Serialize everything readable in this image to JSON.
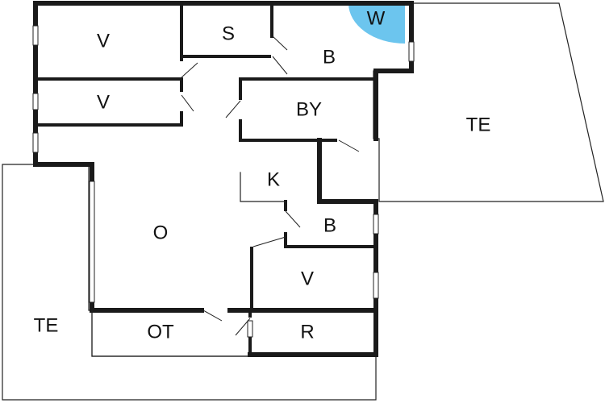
{
  "colors": {
    "walls": "#1a1a1a",
    "background": "#ffffff",
    "wc_fill": "#6cc5ee"
  },
  "rooms": {
    "v_top": "V",
    "s": "S",
    "w": "W",
    "b_top": "B",
    "v_mid": "V",
    "by": "BY",
    "te_right": "TE",
    "k": "K",
    "o": "O",
    "b_lower": "B",
    "v_lower": "V",
    "te_left": "TE",
    "ot": "OT",
    "r": "R"
  }
}
